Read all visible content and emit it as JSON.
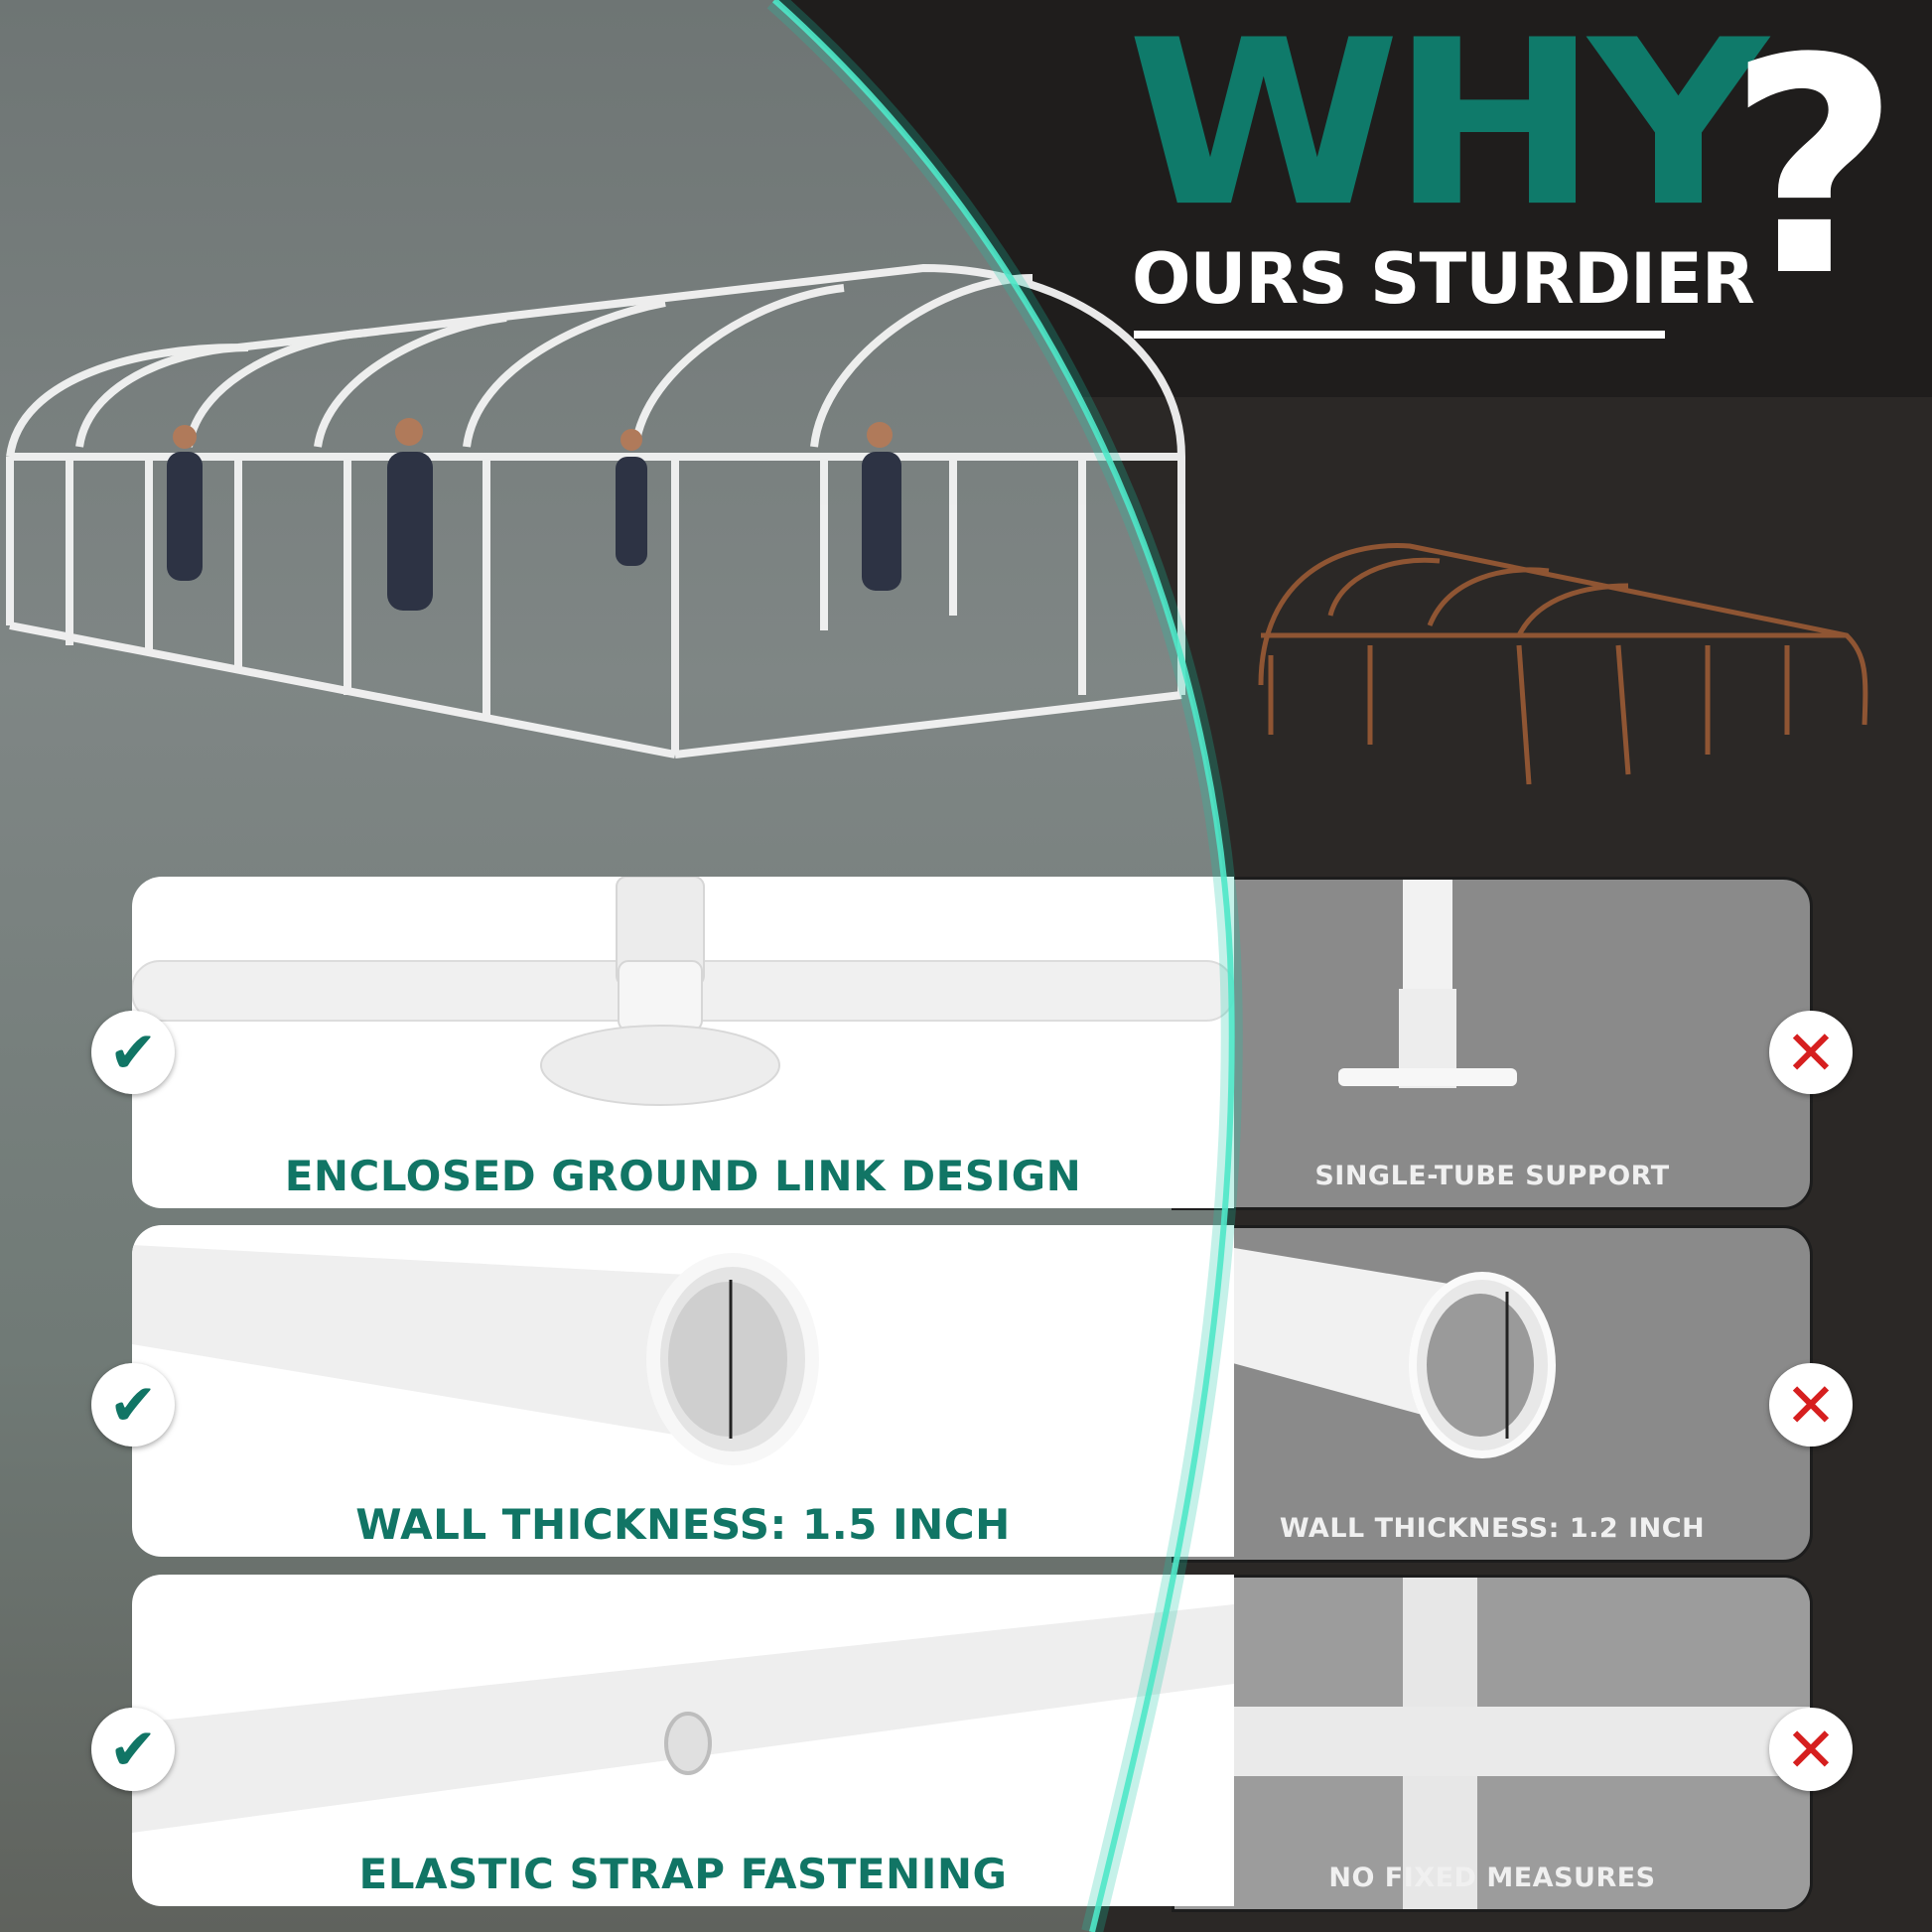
{
  "header": {
    "why": "WHY",
    "question_mark": "?",
    "subtitle": "OURS STURDIER"
  },
  "comparisons": [
    {
      "ours_label": "ENCLOSED GROUND LINK DESIGN",
      "theirs_label": "SINGLE-TUBE SUPPORT",
      "ours_icon": "check-icon",
      "theirs_icon": "cross-icon"
    },
    {
      "ours_label": "WALL THICKNESS: 1.5 INCH",
      "theirs_label": "WALL THICKNESS: 1.2 INCH",
      "ours_icon": "check-icon",
      "theirs_icon": "cross-icon"
    },
    {
      "ours_label": "ELASTIC STRAP FASTENING",
      "theirs_label": "NO FIXED MEASURES",
      "ours_icon": "check-icon",
      "theirs_icon": "cross-icon"
    }
  ],
  "symbols": {
    "check": "✔",
    "cross": "✕"
  },
  "colors": {
    "teal": "#0f7a6a",
    "dark": "#2a2826",
    "cross_red": "#d61f1f",
    "rust": "#9a5a35"
  }
}
